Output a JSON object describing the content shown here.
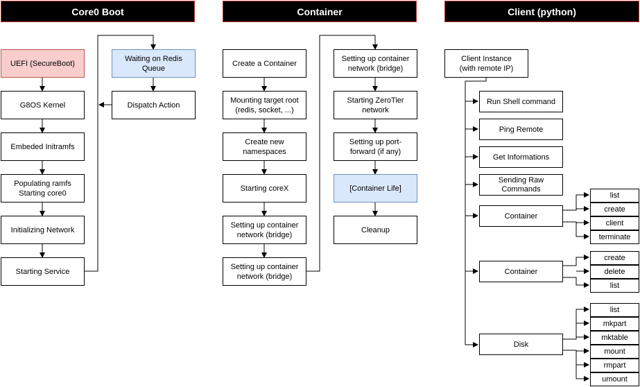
{
  "headers": {
    "core0": "Core0 Boot",
    "container": "Container",
    "client": "Client (python)"
  },
  "nodes": {
    "uefi": "UEFI (SecureBoot)",
    "kernel": "G8OS Kernel",
    "initramfs": "Embeded Initramfs",
    "ramfs": "Populating ramfs\nStarting core0",
    "net": "Initializing Network",
    "service": "Starting Service",
    "waiting": "Waiting on Redis\nQueue",
    "dispatch": "Dispatch Action",
    "create_container": "Create a Container",
    "mount_root": "Mounting target root\n(redis, socket, ...)",
    "namespaces": "Create new\nnamespaces",
    "corex": "Starting coreX",
    "setup_net1": "Setting up container\nnetwork (bridge)",
    "setup_net2": "Setting up container\nnetwork (bridge)",
    "setup_net3": "Setting up container\nnetwork (bridge)",
    "zerotier": "Starting ZeroTier\nnetwork",
    "port_forward": "Setting up port-\nforward (if any)",
    "container_life": "[Container Life]",
    "cleanup": "Cleanup",
    "client_instance": "Client Instance\n(with remote IP)",
    "shell": "Run Shell command",
    "ping": "Ping Remote",
    "info": "Get Informations",
    "raw": "Sending Raw\nCommands",
    "container_a": "Container",
    "container_b": "Container",
    "disk": "Disk",
    "ca_list": "list",
    "ca_create": "create",
    "ca_client": "client",
    "ca_terminate": "terminate",
    "cb_create": "create",
    "cb_delete": "delete",
    "cb_list": "list",
    "d_list": "list",
    "d_mkpart": "mkpart",
    "d_mktable": "mktable",
    "d_mount": "mount",
    "d_rmpart": "rmpart",
    "d_umount": "umount"
  },
  "colors": {
    "header_bg": "#000000",
    "header_border": "#c0392b",
    "red_fill": "#f8cecc",
    "red_stroke": "#b85450",
    "blue_fill": "#dae8fc",
    "blue_stroke": "#6c8ebf"
  }
}
